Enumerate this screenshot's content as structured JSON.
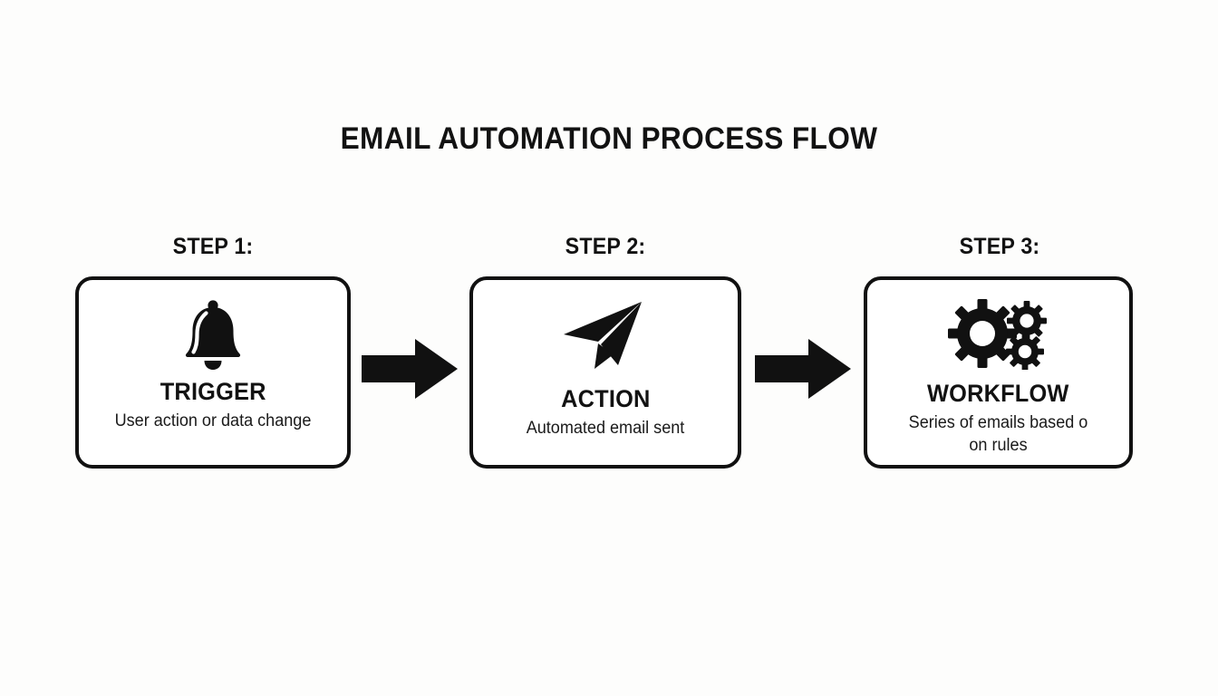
{
  "diagram": {
    "title": "EMAIL AUTOMATION PROCESS FLOW",
    "type": "process-flow",
    "background_color": "#fdfdfc",
    "foreground_color": "#111111",
    "steps": [
      {
        "step_label": "STEP 1:",
        "icon": "bell-icon",
        "title": "TRIGGER",
        "subtitle": "User action or data change"
      },
      {
        "step_label": "STEP 2:",
        "icon": "paper-plane-icon",
        "title": "ACTION",
        "subtitle": "Automated email sent"
      },
      {
        "step_label": "STEP 3:",
        "icon": "gears-icon",
        "title": "WORKFLOW",
        "subtitle": "Series of emails based o\non rules"
      }
    ],
    "connectors": [
      {
        "name": "arrow-step1-to-step2",
        "direction": "right"
      },
      {
        "name": "arrow-step2-to-step3",
        "direction": "right"
      }
    ]
  }
}
